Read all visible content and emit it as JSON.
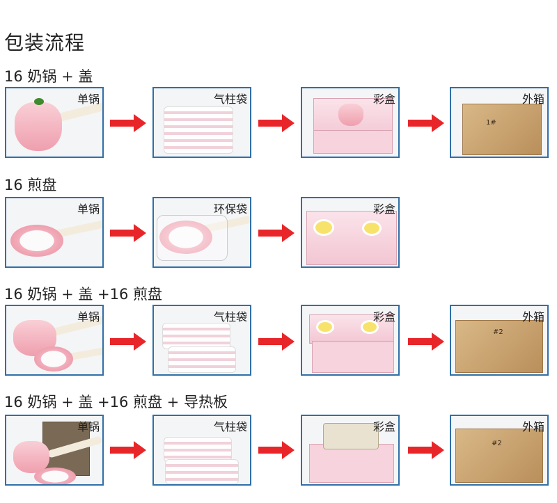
{
  "page": {
    "title": "包装流程"
  },
  "rows": [
    {
      "title": "16 奶锅 + 盖",
      "steps": [
        "单锅",
        "气柱袋",
        "彩盒",
        "外箱"
      ],
      "carton_mark": "1#"
    },
    {
      "title": "16 煎盘",
      "steps": [
        "单锅",
        "环保袋",
        "彩盒"
      ]
    },
    {
      "title": "16 奶锅 + 盖 +16 煎盘",
      "steps": [
        "单锅",
        "气柱袋",
        "彩盒",
        "外箱"
      ],
      "carton_mark": "#2"
    },
    {
      "title": "16 奶锅 + 盖 +16 煎盘 + 导热板",
      "steps": [
        "单锅",
        "气柱袋",
        "彩盒",
        "外箱"
      ],
      "carton_mark": "#2"
    }
  ],
  "colors": {
    "frame": "#2f6fa8",
    "arrow": "#e8262a"
  },
  "icons": {
    "arrow": "right-arrow-icon"
  }
}
